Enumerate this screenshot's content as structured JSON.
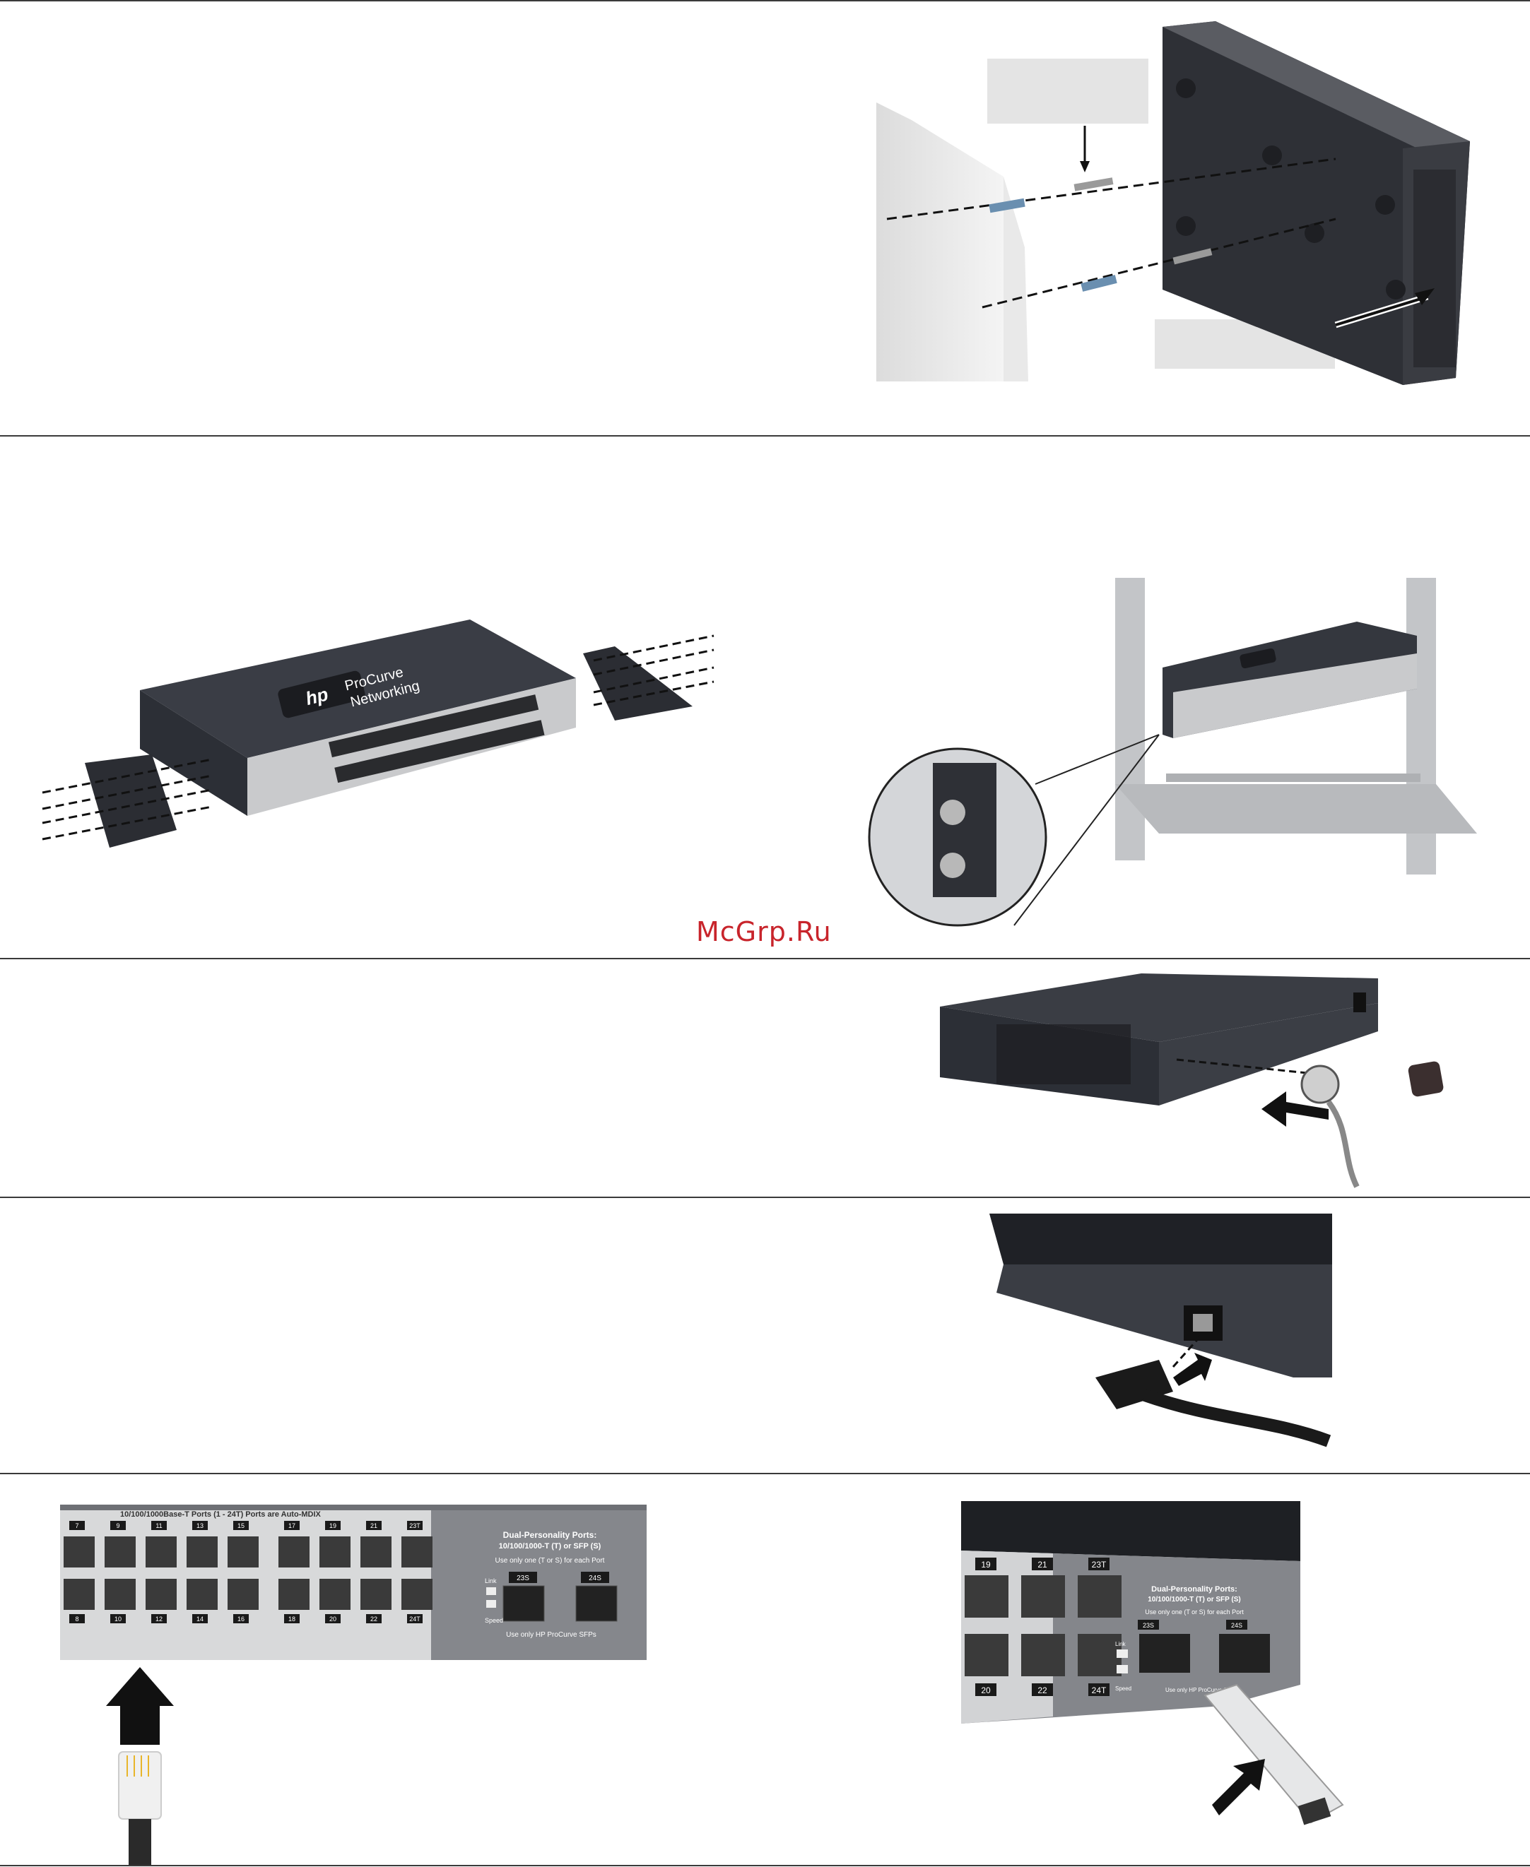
{
  "watermark": "McGrp.Ru",
  "switch_brand": {
    "logo": "hp",
    "name_line1": "ProCurve",
    "name_line2": "Networking"
  },
  "port_panel": {
    "header": "10/100/1000Base-T Ports (1 - 24T)     Ports are Auto-MDIX",
    "top_port_numbers": [
      "7",
      "9",
      "11",
      "13",
      "15",
      "17",
      "19",
      "21",
      "23T"
    ],
    "bottom_port_numbers": [
      "8",
      "10",
      "12",
      "14",
      "16",
      "18",
      "20",
      "22",
      "24T"
    ],
    "dual_title": "Dual-Personality Ports:",
    "dual_sub": "10/100/1000-T (T) or SFP (S)",
    "dual_note": "Use only one (T or S) for each Port",
    "sfp_labels": [
      "23S",
      "24S"
    ],
    "led_labels": [
      "Link",
      "Speed"
    ],
    "sfp_note": "Use only HP ProCurve SFPs"
  },
  "sfp_closeup": {
    "top_port_numbers": [
      "19",
      "21",
      "23T"
    ],
    "bottom_port_numbers": [
      "20",
      "22",
      "24T"
    ],
    "dual_title": "Dual-Personality Ports:",
    "dual_sub": "10/100/1000-T (T) or SFP (S)",
    "dual_note": "Use only one (T or S) for each Port",
    "sfp_labels": [
      "23S",
      "24S"
    ],
    "led_labels": [
      "Link",
      "Speed"
    ],
    "sfp_note": "Use only HP ProCurve SFPs"
  },
  "colors": {
    "switch_body": "#33363d",
    "switch_face": "#d8d9da",
    "watermark": "#c8242b",
    "rule": "#3a3a3a"
  }
}
